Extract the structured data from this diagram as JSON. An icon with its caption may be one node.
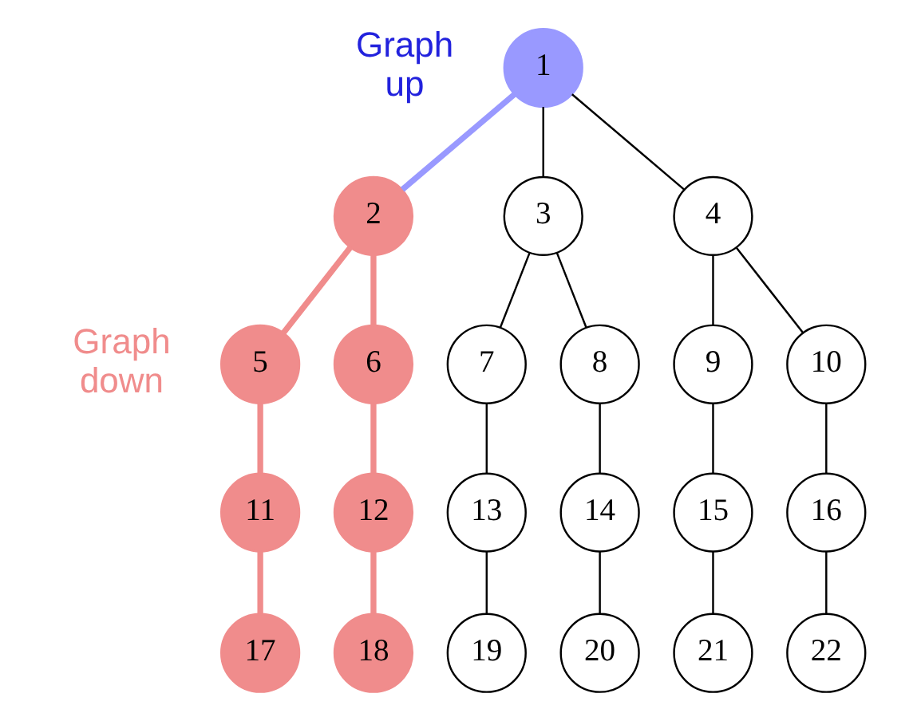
{
  "diagram": {
    "nodes": [
      {
        "text": [
          "1"
        ]
      },
      {
        "text": [
          "2"
        ]
      },
      {
        "text": [
          "3"
        ]
      },
      {
        "text": [
          "4"
        ]
      },
      {
        "text": [
          "5"
        ]
      },
      {
        "text": [
          "6"
        ]
      },
      {
        "text": [
          "7"
        ]
      },
      {
        "text": [
          "8"
        ]
      },
      {
        "text": [
          "9"
        ]
      },
      {
        "text": [
          "10"
        ]
      },
      {
        "text": [
          "11"
        ]
      },
      {
        "text": [
          "12"
        ]
      },
      {
        "text": [
          "13"
        ]
      },
      {
        "text": [
          "14"
        ]
      },
      {
        "text": [
          "15"
        ]
      },
      {
        "text": [
          "16"
        ]
      },
      {
        "text": [
          "17"
        ]
      },
      {
        "text": [
          "18"
        ]
      },
      {
        "text": [
          "19"
        ]
      },
      {
        "text": [
          "20"
        ]
      },
      {
        "text": [
          "21"
        ]
      },
      {
        "text": [
          "22"
        ]
      }
    ],
    "edges": [
      {
        "from": 0,
        "to": 1,
        "arrow": "none",
        "style": "thick",
        "color": "#9999ff"
      },
      {
        "from": 0,
        "to": 2,
        "arrow": "none"
      },
      {
        "from": 0,
        "to": 3,
        "arrow": "none"
      },
      {
        "from": 1,
        "to": 4,
        "arrow": "none",
        "style": "thick",
        "color": "#f08c8c"
      },
      {
        "from": 1,
        "to": 5,
        "arrow": "none",
        "style": "thick",
        "color": "#f08c8c"
      },
      {
        "from": 2,
        "to": 6,
        "arrow": "none"
      },
      {
        "from": 2,
        "to": 7,
        "arrow": "none"
      },
      {
        "from": 3,
        "to": 8,
        "arrow": "none"
      },
      {
        "from": 3,
        "to": 9,
        "arrow": "none"
      },
      {
        "from": 4,
        "to": 10,
        "arrow": "none",
        "style": "thick",
        "color": "#f08c8c"
      },
      {
        "from": 5,
        "to": 11,
        "arrow": "none",
        "style": "thick",
        "color": "#f08c8c"
      },
      {
        "from": 6,
        "to": 12,
        "arrow": "none"
      },
      {
        "from": 7,
        "to": 13,
        "arrow": "none"
      },
      {
        "from": 8,
        "to": 14,
        "arrow": "none"
      },
      {
        "from": 9,
        "to": 15,
        "arrow": "none"
      },
      {
        "from": 10,
        "to": 16,
        "arrow": "none",
        "style": "thick",
        "color": "#f08c8c"
      },
      {
        "from": 11,
        "to": 17,
        "arrow": "none",
        "style": "thick",
        "color": "#f08c8c"
      },
      {
        "from": 12,
        "to": 18,
        "arrow": "none"
      },
      {
        "from": 13,
        "to": 19,
        "arrow": "none"
      },
      {
        "from": 14,
        "to": 20,
        "arrow": "none"
      },
      {
        "from": 15,
        "to": 21,
        "arrow": "none"
      }
    ],
    "labels": [
      "Graph up",
      "Graph down"
    ]
  }
}
